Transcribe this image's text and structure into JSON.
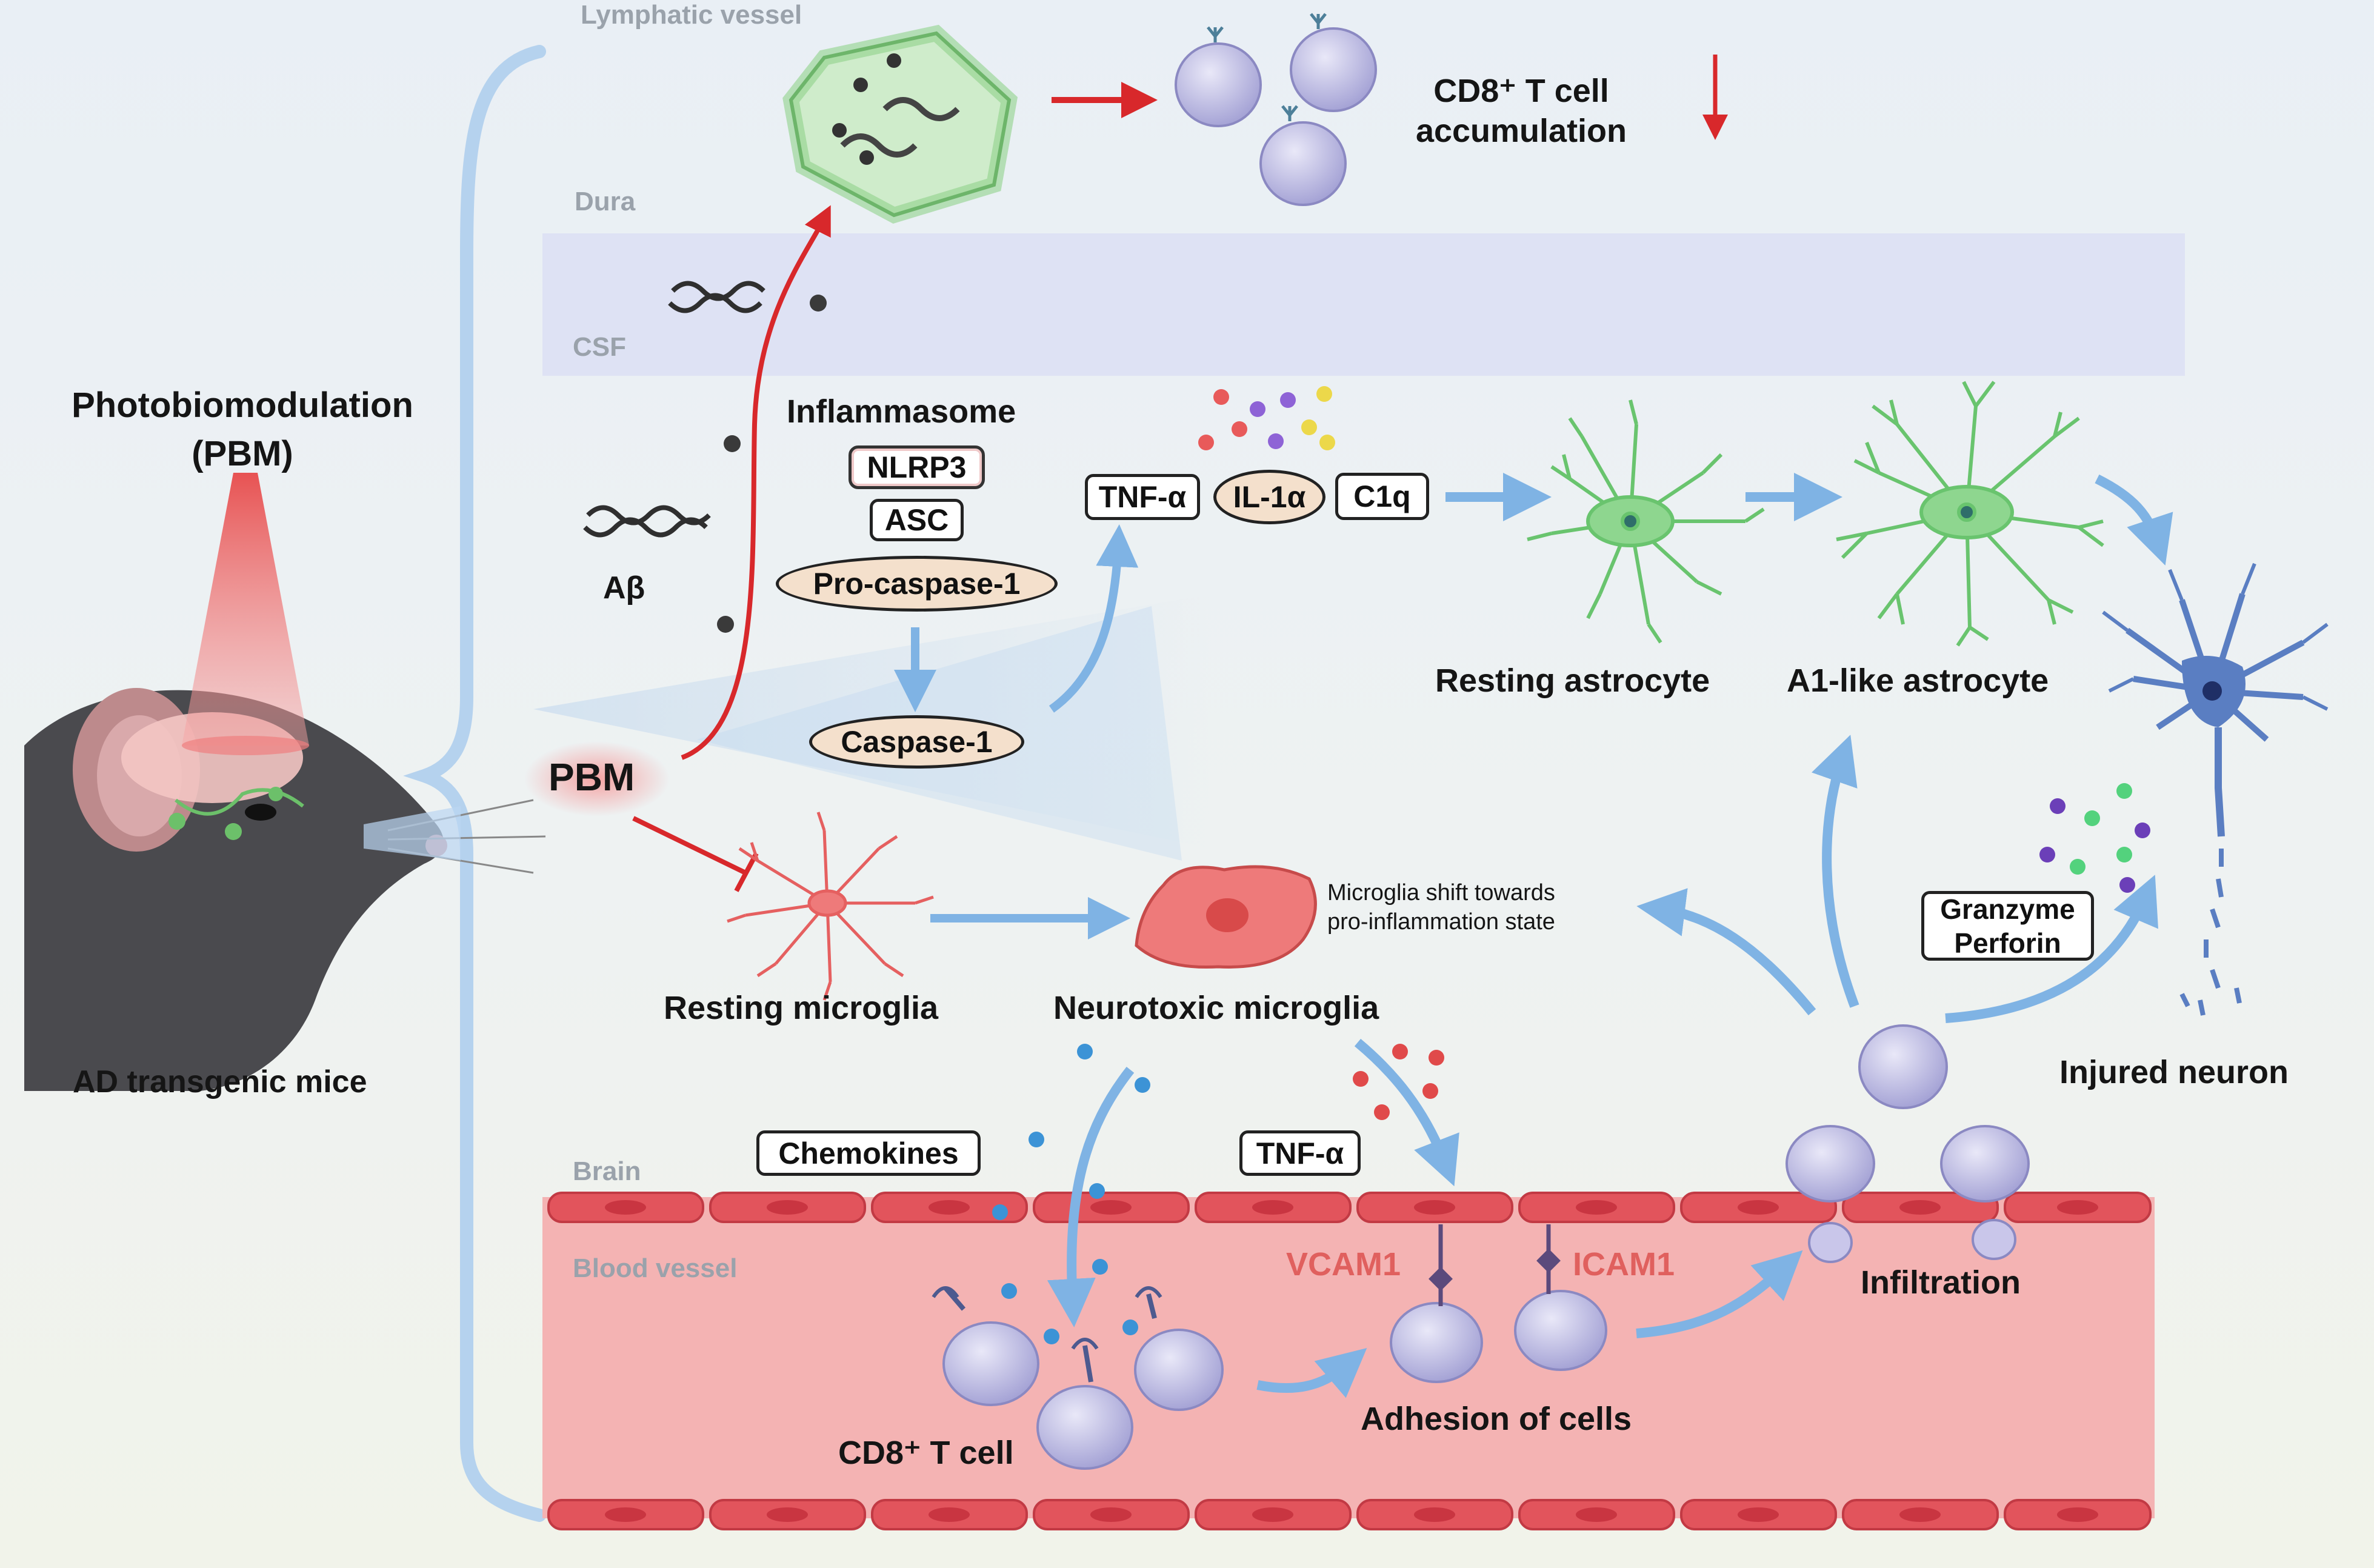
{
  "layers": {
    "lymphatic": "Lymphatic vessel",
    "dura": "Dura",
    "csf": "CSF",
    "brain": "Brain",
    "blood": "Blood vessel"
  },
  "pbm_title": {
    "line1": "Photobiomodulation",
    "line2": "(PBM)"
  },
  "mice_label": "AD transgenic mice",
  "pbm_label": "PBM",
  "abeta_label": "Aβ",
  "inflammasome": {
    "title": "Inflammasome",
    "nlrp3": "NLRP3",
    "asc": "ASC",
    "procaspase": "Pro-caspase-1",
    "caspase": "Caspase-1"
  },
  "cytokines": {
    "tnf": "TNF-α",
    "il1": "IL-1α",
    "c1q": "C1q"
  },
  "cd8_accumulation": {
    "line1": "CD8⁺ T cell",
    "line2": "accumulation"
  },
  "astrocytes": {
    "resting": "Resting astrocyte",
    "a1": "A1-like astrocyte"
  },
  "microglia": {
    "resting": "Resting microglia",
    "neurotoxic": "Neurotoxic microglia",
    "shift_line1": "Microglia shift towards",
    "shift_line2": "pro-inflammation state"
  },
  "granzyme": {
    "line1": "Granzyme",
    "line2": "Perforin"
  },
  "injured_neuron": "Injured neuron",
  "chemokines": "Chemokines",
  "tnf_box": "TNF-α",
  "vcam": "VCAM1",
  "icam": "ICAM1",
  "infiltration": "Infiltration",
  "adhesion": "Adhesion of cells",
  "cd8_tcell": "CD8⁺ T cell",
  "colors": {
    "red_arrow": "#d8282b",
    "blue_arrow": "#7fb3e4",
    "vessel": "#f4b3b3",
    "endothelial": "#e2545c",
    "astrocyte": "#69c46e",
    "microglia": "#ee7a7a",
    "tcell": "#b9b8e0",
    "neuron": "#5a7ec2",
    "csf_band": "#dcdff3"
  },
  "icons": [
    "mouse-head",
    "laser-beam",
    "lymph-node",
    "amyloid-plaque",
    "astrocyte",
    "microglia",
    "t-cell",
    "neuron"
  ]
}
